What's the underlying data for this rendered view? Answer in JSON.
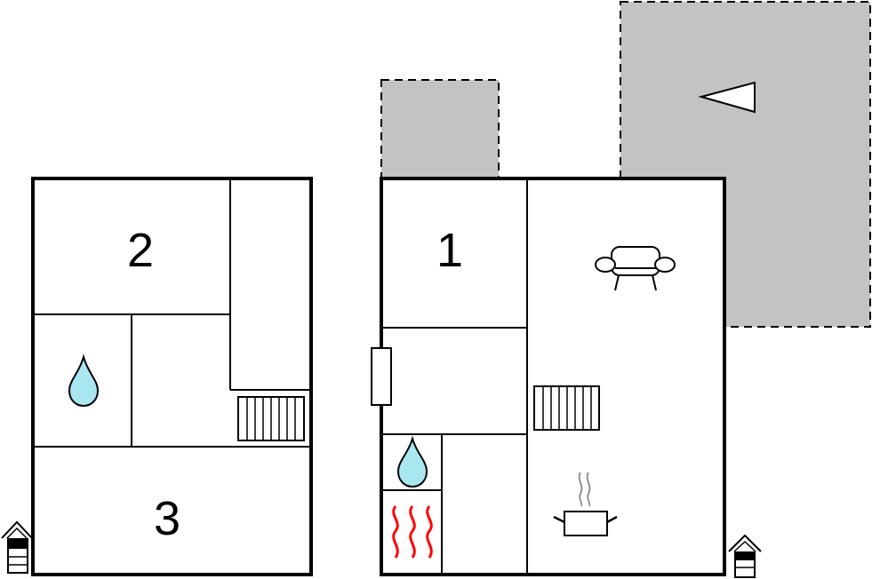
{
  "floors": [
    {
      "rooms": [
        {
          "id": "room-2",
          "label": "2"
        },
        {
          "id": "room-3",
          "label": "3"
        }
      ],
      "icons": [
        "water-drop-icon",
        "staircase-icon",
        "house-entrance-icon"
      ]
    },
    {
      "rooms": [
        {
          "id": "room-1",
          "label": "1"
        }
      ],
      "icons": [
        "sofa-icon",
        "staircase-icon",
        "water-drop-icon",
        "sauna-heat-icon",
        "cooking-pot-icon",
        "house-entrance-icon",
        "terrace-arrow-icon"
      ]
    }
  ],
  "colors": {
    "wall": "#000000",
    "terrace": "#c3c3c3",
    "water": "#a8e6f0",
    "heat": "#ff0000",
    "steam": "#909090"
  }
}
